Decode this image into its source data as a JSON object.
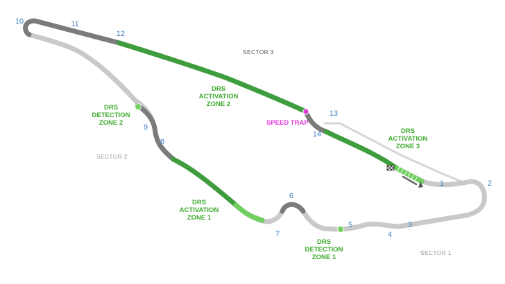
{
  "colors": {
    "track_light": "#c9c9c9",
    "track_dark": "#7b7b7b",
    "drs_green": "#3e9e3e",
    "drs_light": "#6fcf5f",
    "turn_number": "#3e7dbf",
    "speed_trap": "#e03ad8"
  },
  "sectors": {
    "sector1": "SECTOR 1",
    "sector2": "SECTOR 2",
    "sector3": "SECTOR 3"
  },
  "labels": {
    "drs_activation_1": "DRS\nACTIVATION\nZONE 1",
    "drs_activation_2": "DRS\nACTIVATION\nZONE 2",
    "drs_activation_3": "DRS\nACTIVATION\nZONE 3",
    "drs_detection_1": "DRS\nDETECTION\nZONE 1",
    "drs_detection_2": "DRS\nDETECTION\nZONE 2",
    "speed_trap": "SPEED TRAP"
  },
  "turns": [
    "1",
    "2",
    "3",
    "4",
    "5",
    "6",
    "7",
    "8",
    "9",
    "10",
    "11",
    "12",
    "13",
    "14"
  ],
  "icons": {
    "start_finish": "checkered-flag-icon",
    "pit_lane": "pit-lane-icon"
  }
}
